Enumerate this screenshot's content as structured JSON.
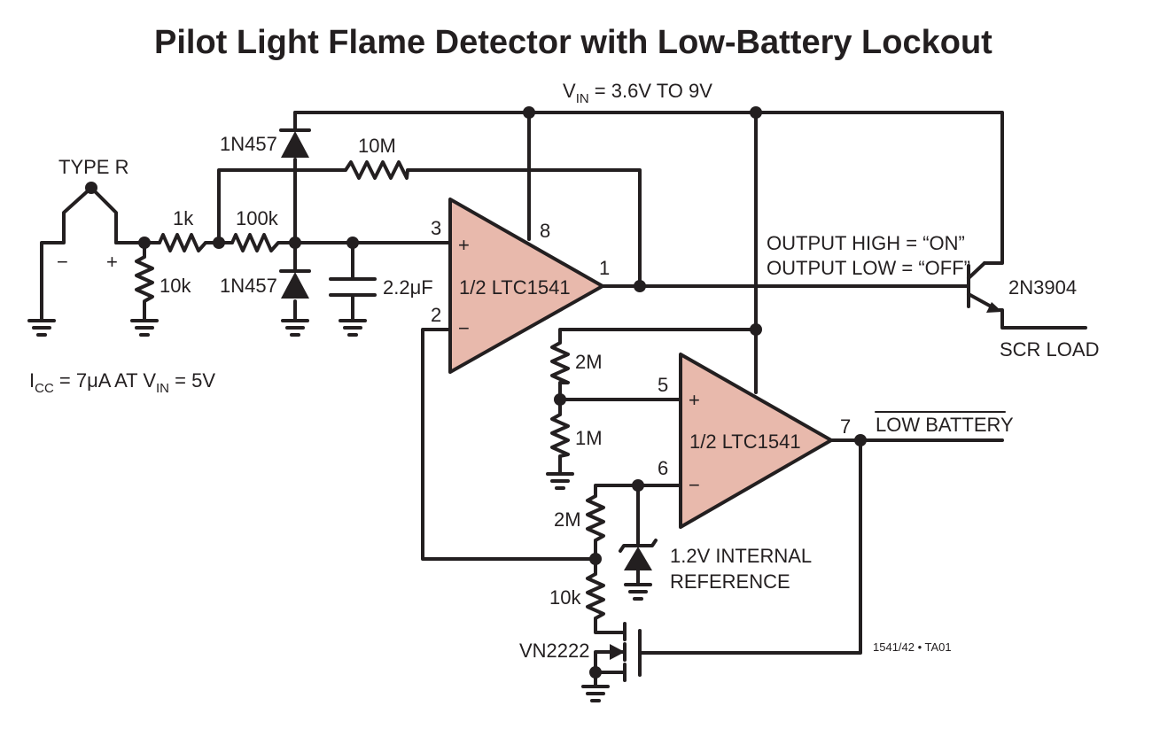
{
  "title": "Pilot Light Flame Detector with Low-Battery Lockout",
  "supply": {
    "prefix": "V",
    "sub": "IN",
    "suffix": " = 3.6V TO 9V"
  },
  "thermocouple": {
    "label": "TYPE R",
    "minus": "−",
    "plus": "+"
  },
  "current_note": {
    "p1": "I",
    "s1": "CC",
    "p2": " = 7μA AT V",
    "s2": "IN",
    "p3": " = 5V"
  },
  "components": {
    "r_1k": "1k",
    "r_10k_in": "10k",
    "r_100k": "100k",
    "r_10m": "10M",
    "diode_top": "1N457",
    "diode_bottom": "1N457",
    "cap": "2.2μF",
    "opamp1": "1/2 LTC1541",
    "opamp2": "1/2 LTC1541",
    "r_2m_div": "2M",
    "r_1m_div": "1M",
    "r_2m_ref": "2M",
    "r_10k_ref": "10k",
    "reference_line1": "1.2V INTERNAL",
    "reference_line2": "REFERENCE",
    "mosfet": "VN2222",
    "transistor": "2N3904",
    "scr_load": "SCR LOAD",
    "low_battery": "LOW BATTERY"
  },
  "pins": {
    "p1": "1",
    "p2": "2",
    "p3": "3",
    "p5": "5",
    "p6": "6",
    "p7": "7",
    "p8": "8",
    "plus1": "+",
    "minus1": "−",
    "plus2": "+",
    "minus2": "−"
  },
  "output_notes": {
    "high": "OUTPUT HIGH = “ON”",
    "low": "OUTPUT LOW = “OFF”"
  },
  "figure_code": "1541/42 • TA01"
}
